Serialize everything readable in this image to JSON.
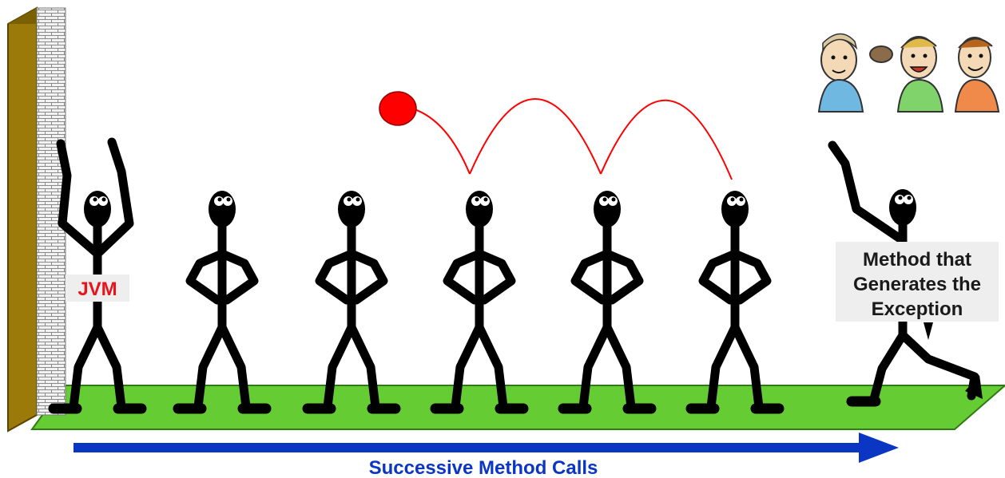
{
  "labels": {
    "jvm": "JVM",
    "thrower": [
      "Method that",
      "Generates the",
      "Exception"
    ],
    "arrow": "Successive Method Calls"
  },
  "figures": {
    "jvm": {
      "pose": "hands-up",
      "label_ref": "labels.jvm"
    },
    "callers": [
      "hands-on-hips",
      "hands-on-hips",
      "hands-on-hips",
      "hands-on-hips",
      "hands-on-hips"
    ],
    "thrower": {
      "pose": "throwing",
      "label_ref": "labels.thrower"
    }
  },
  "icons": [
    "brick-wall-icon",
    "ball-icon",
    "stick-figure-icon",
    "audience-icon",
    "arrow-icon"
  ],
  "colors": {
    "ground": "#66cc33",
    "wall": "#9b7a0a",
    "brick": "#e9e9e9",
    "ball": "#ff0000",
    "arc": "#ff0000",
    "arrow": "#0b36c4",
    "jvm_text": "#e8141b",
    "thrower_text": "#1a1a1a",
    "label_bg": "#eeeeee"
  }
}
